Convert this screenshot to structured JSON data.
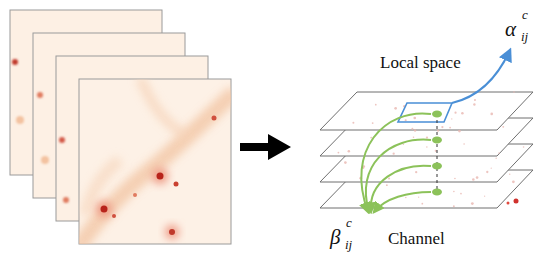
{
  "diagram": {
    "labels": [
      "Local space",
      "α",
      "c",
      "ij",
      "β",
      "c",
      "ij",
      "Channel"
    ]
  }
}
